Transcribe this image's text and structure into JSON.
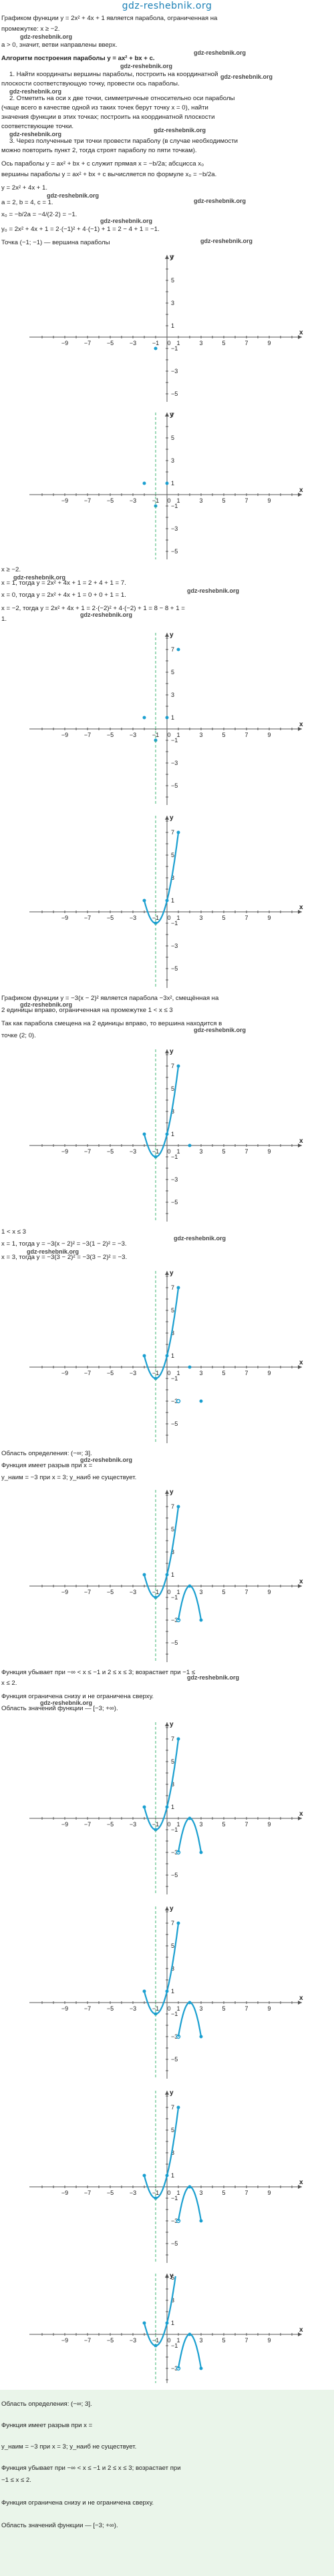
{
  "site": {
    "header": "gdz-reshebnik.org",
    "watermark": "gdz-reshebnik.org"
  },
  "text": {
    "l1": "Графиком функции y = 2x² + 4x + 1 является парабола, ограниченная на",
    "l2": "промежутке: x ≥ −2.",
    "l3": "a > 0, значит, ветви направлены вверх.",
    "l4": "Алгоритм построения параболы y = ax² + bx + c.",
    "l5": "1. Найти координаты вершины параболы, построить на координатной",
    "l6": "плоскости соответствующую точку, провести ось параболы.",
    "l7": "2. Отметить на оси x две точки, симметричные относительно оси параболы",
    "l8": "(чаще всего в качестве одной из таких точек берут точку x = 0), найти",
    "l9": "значения функции в этих точках; построить на координатной плоскости",
    "l10": "соответствующие точки.",
    "l11": "3. Через полученные три точки провести параболу (в случае необходимости",
    "l12": "можно повторить пункт 2, тогда строят параболу по пяти точкам).",
    "l13": "Ось параболы y = ax² + bx + c служит прямая x = −b/2a; абсцисса x₀",
    "l14": "вершины параболы y = ax² + bx + c вычисляется по формуле x₀ = −b/2a.",
    "l15": "y = 2x² + 4x + 1.",
    "l16": "a = 2, b = 4, c = 1.",
    "l17": "x₀ = −b/2a = −4/(2·2) = −1.",
    "l18": "y₀ = 2x² + 4x + 1 = 2·(−1)² + 4·(−1) + 1 = 2 − 4 + 1 = −1.",
    "l19": "Точка (−1; −1) — вершина параболы",
    "l20": "x ≥ −2.",
    "l21": "x = 1, тогда y = 2x² + 4x + 1 = 2 + 4 + 1 = 7.",
    "l22": "x = 0, тогда y = 2x² + 4x + 1 = 0 + 0 + 1 = 1.",
    "l23": "x = −2, тогда y = 2x² + 4x + 1 = 2·(−2)² + 4·(−2) + 1 = 8 − 8 + 1 =",
    "l24": "1.",
    "l25": "Графиком функции y = −3(x − 2)² является парабола −3x², смещённая на",
    "l26": "2 единицы вправо, ограниченная на промежутке 1 < x ≤ 3",
    "l27": "Так как парабола смещена на 2 единицы вправо, то вершина находится в",
    "l28": "точке (2; 0).",
    "l29": "1 < x ≤ 3",
    "l30": "x = 1, тогда y = −3(x − 2)² = −3(1 − 2)² = −3.",
    "l31": "x = 3, тогда y = −3(3 − 2)² = −3(3 − 2)² = −3.",
    "l32": "Область определения: (−∞; 3].",
    "l33": "Функция имеет разрыв при x =",
    "l34": "y_наим = −3 при x = 3; y_наиб не существует.",
    "l35": "Функция убывает при −∞ < x ≤ −1 и 2 ≤ x ≤ 3; возрастает при −1 ≤",
    "l36": "x ≤ 2.",
    "l37": "Функция ограничена снизу и не ограничена сверху.",
    "l38": "Область значений функции — [−3; +∞).",
    "g1": "Область определения: (−∞; 3].",
    "g2": "Функция имеет разрыв при x =",
    "g3": "y_наим = −3 при x = 3; y_наиб не существует.",
    "g4": "Функция убывает при −∞ < x ≤ −1 и 2 ≤ x ≤ 3; возрастает при",
    "g5": "−1 ≤ x ≤ 2.",
    "g6": "Функция ограничена снизу и не ограничена сверху.",
    "g7": "Область значений функции — [−3; +∞)."
  },
  "graph": {
    "x_label": "x",
    "y_label": "y",
    "x_ticks": [
      "−9",
      "−7",
      "−5",
      "−3",
      "−1",
      "0",
      "1",
      "3",
      "5",
      "7",
      "9"
    ],
    "y_ticks": [
      "7",
      "5",
      "3",
      "1",
      "−1",
      "−3",
      "−5"
    ],
    "curve_color": "#1a9fd0",
    "axis_color": "#555555",
    "dash_color": "#3cb371",
    "highlight_color": "#eaf5ea"
  }
}
